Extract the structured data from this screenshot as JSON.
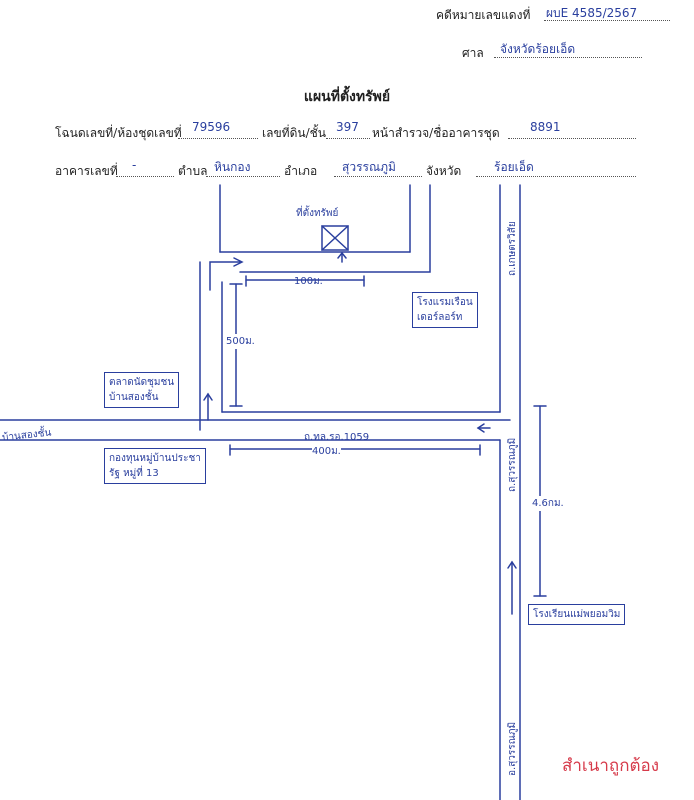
{
  "header": {
    "case_label": "คดีหมายเลขแดงที่",
    "case_value": "ผบE 4585/2567",
    "court_label": "ศาล",
    "court_value": "จังหวัดร้อยเอ็ด"
  },
  "title": "แผนที่ตั้งทรัพย์",
  "form": {
    "deed_label": "โฉนดเลขที่/ห้องชุดเลขที่",
    "deed_value": "79596",
    "land_label": "เลขที่ดิน/ชั้น",
    "land_value": "397",
    "survey_label": "หน้าสำรวจ/ชื่ออาคารชุด",
    "survey_value": "8891",
    "building_label": "อาคารเลขที่",
    "building_value": "-",
    "subdistrict_label": "ตำบล",
    "subdistrict_value": "หินกอง",
    "district_label": "อำเภอ",
    "district_value": "สุวรรณภูมิ",
    "province_label": "จังหวัด",
    "province_value": "ร้อยเอ็ด"
  },
  "map": {
    "property_label": "ที่ตั้งทรัพย์",
    "dist_100": "100ม.",
    "dist_500": "500ม.",
    "dist_400": "400ม.",
    "dist_46": "4.6กม.",
    "road_main": "ถ.ทล.รอ.1059",
    "road_right_top": "ถ.เกษตรวิสัย",
    "road_right_mid": "ถ.สุวรรณภูมิ",
    "road_right_bottom": "อ.สุวรรณภูมิ",
    "left_road": "บ้านสองชั้น",
    "hotel": [
      "โรงแรมเรือน",
      "เดอร์ลอร์ท"
    ],
    "market": [
      "ตลาดนัดชุมชน",
      "บ้านสองชั้น"
    ],
    "fund": [
      "กองทุนหมู่บ้านประชา",
      "รัฐ หมู่ที่ 13"
    ],
    "school": "โรงเรียนแม่พยอมวิม"
  },
  "stamp": "สำเนาถูกต้อง",
  "colors": {
    "ink": "#2a3f9e",
    "stamp": "#d63a4a"
  }
}
